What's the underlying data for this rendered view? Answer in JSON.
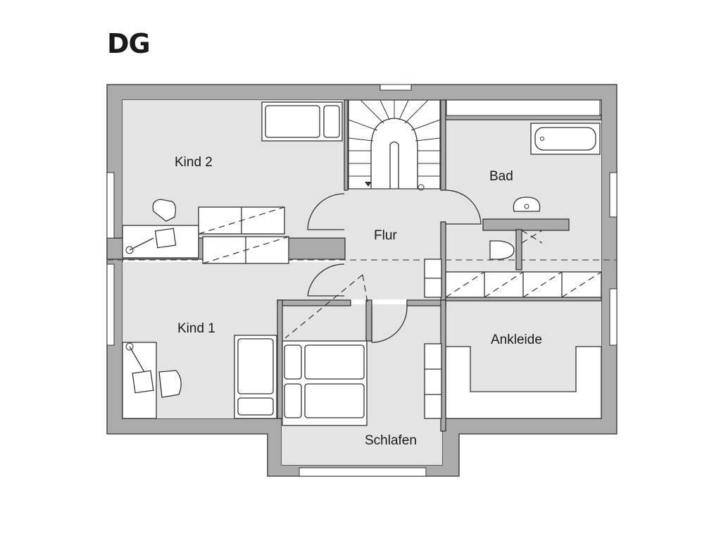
{
  "floor": {
    "title": "DG"
  },
  "rooms": {
    "kind2": "Kind 2",
    "kind1": "Kind 1",
    "flur": "Flur",
    "bad": "Bad",
    "ankleide": "Ankleide",
    "schlafen": "Schlafen"
  },
  "colors": {
    "wall": "#ababab",
    "floor": "#e4e4e4",
    "line": "#333333",
    "furniture": "#ffffff"
  }
}
